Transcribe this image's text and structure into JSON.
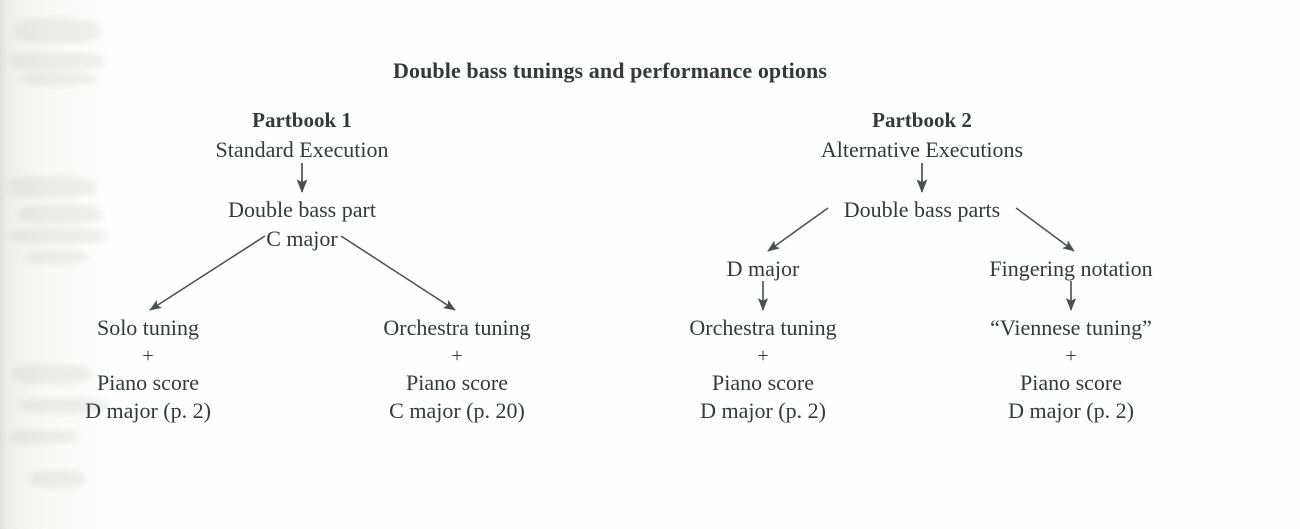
{
  "title": "Double bass tunings and performance options",
  "colors": {
    "text": "#34393c",
    "arrow": "#4a4f52",
    "background": "#fefefe"
  },
  "columns": [
    {
      "heading": "Partbook 1",
      "subheading": "Standard Execution",
      "middle": {
        "line1": "Double bass part",
        "line2": "C major"
      },
      "leaves": [
        {
          "tuning": "Solo tuning",
          "plus": "+",
          "score": "Piano score",
          "key": "D major (p. 2)"
        },
        {
          "tuning": "Orchestra tuning",
          "plus": "+",
          "score": "Piano score",
          "key": "C major (p. 20)"
        }
      ]
    },
    {
      "heading": "Partbook 2",
      "subheading": "Alternative Executions",
      "middle": {
        "line1": "Double bass parts",
        "line2": ""
      },
      "branches": [
        {
          "label": "D major",
          "leaf": {
            "tuning": "Orchestra tuning",
            "plus": "+",
            "score": "Piano score",
            "key": "D major (p. 2)"
          }
        },
        {
          "label": "Fingering notation",
          "leaf": {
            "tuning": "“Viennese tuning”",
            "plus": "+",
            "score": "Piano score",
            "key": "D major (p. 2)"
          }
        }
      ]
    }
  ]
}
